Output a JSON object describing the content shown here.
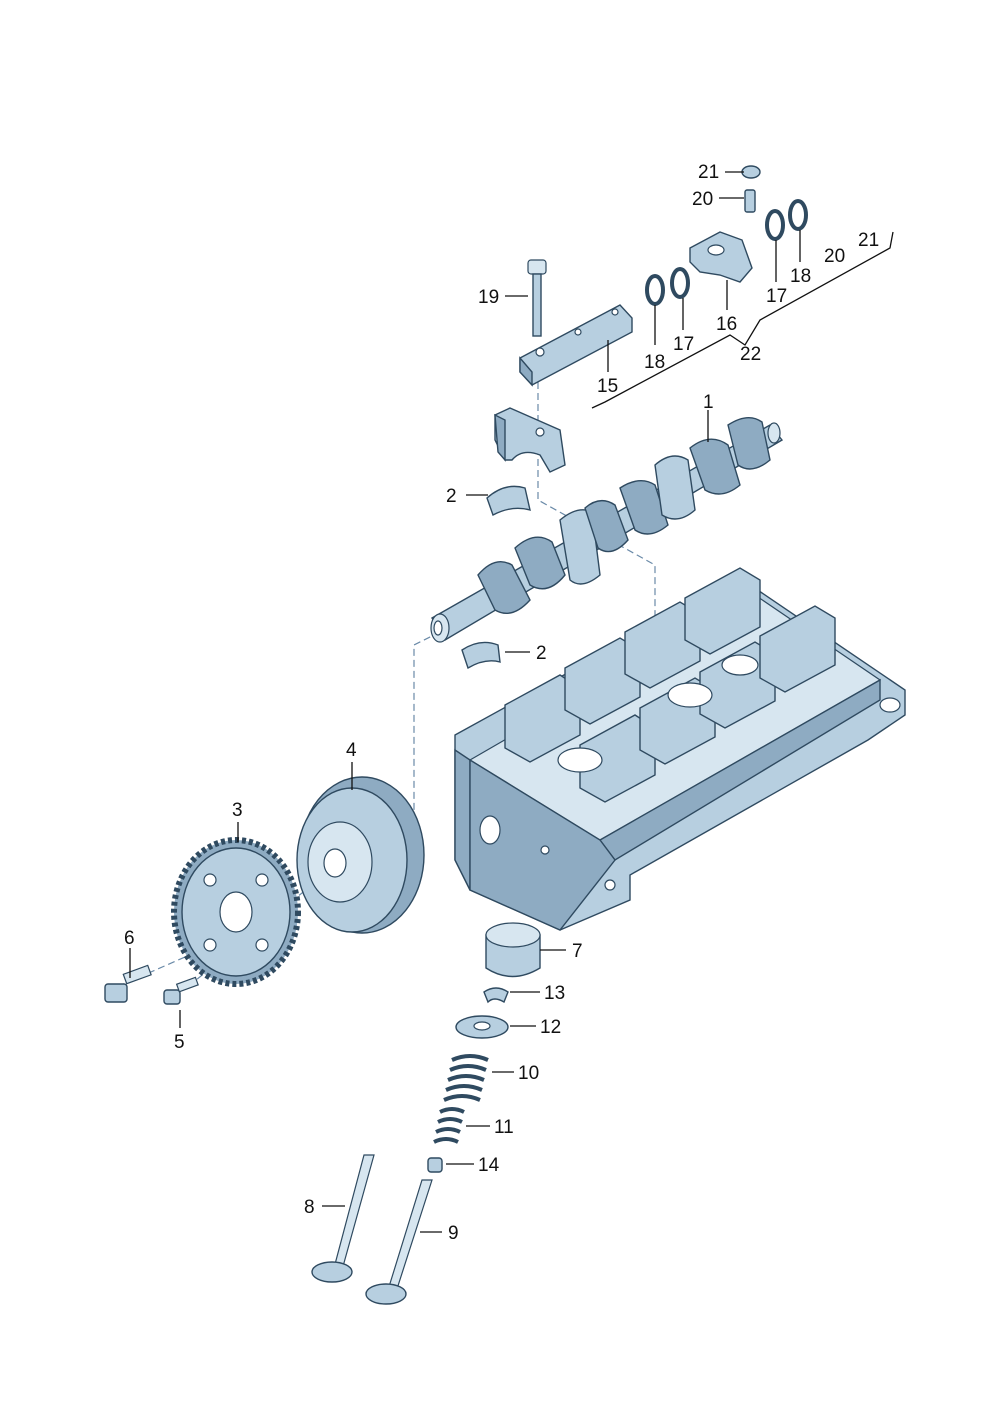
{
  "callouts": {
    "c1": "1",
    "c2a": "2",
    "c2b": "2",
    "c3": "3",
    "c4": "4",
    "c5": "5",
    "c6": "6",
    "c7": "7",
    "c8": "8",
    "c9": "9",
    "c10": "10",
    "c11": "11",
    "c12": "12",
    "c13": "13",
    "c14": "14",
    "c15": "15",
    "c16": "16",
    "c17a": "17",
    "c17b": "17",
    "c18a": "18",
    "c18b": "18",
    "c19": "19",
    "c20a": "20",
    "c20b": "20",
    "c21a": "21",
    "c21b": "21",
    "c22": "22"
  },
  "colors": {
    "metal": "#b7cfe0",
    "outline": "#2f4a60",
    "label": "#111111"
  }
}
